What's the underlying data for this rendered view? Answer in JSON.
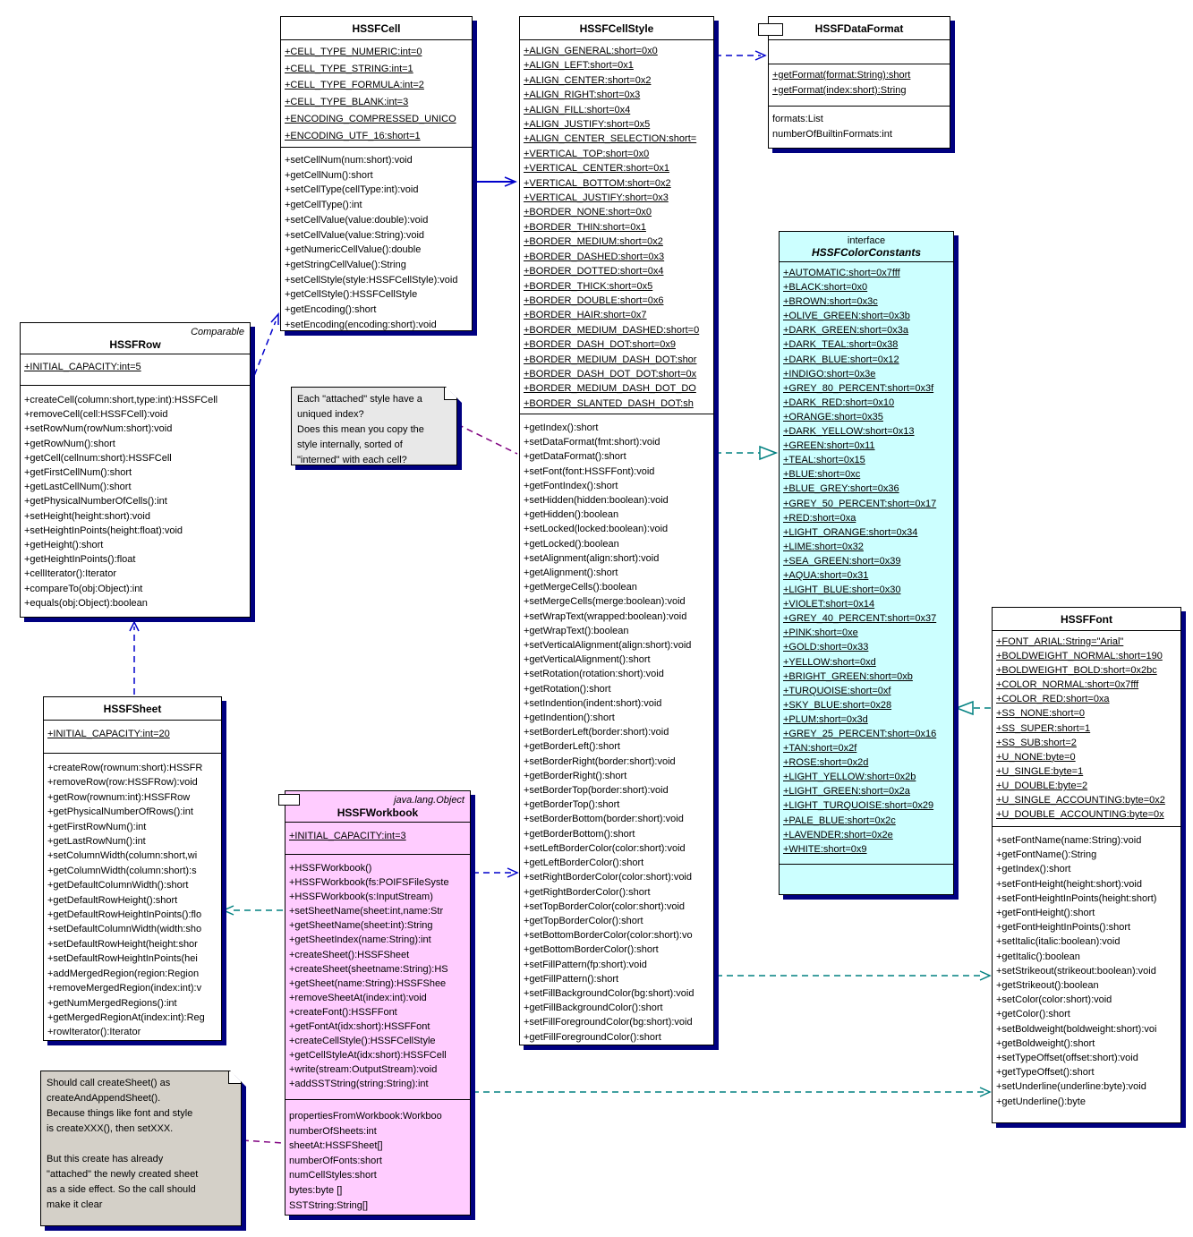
{
  "colors": {
    "line_blue": "#0000cc",
    "line_teal": "#008080",
    "line_purple": "#800080",
    "shadow": "#000080",
    "class_fill": "#ffffff",
    "interface_fill": "#ccffff",
    "workbook_fill": "#ffccff",
    "note_style_fill": "#e8e8e8",
    "note_sheet_fill": "#d4d0c8"
  },
  "classes": {
    "hssfcell": {
      "title": "HSSFCell",
      "attributes": [
        "+CELL_TYPE_NUMERIC:int=0",
        "+CELL_TYPE_STRING:int=1",
        "+CELL_TYPE_FORMULA:int=2",
        "+CELL_TYPE_BLANK:int=3",
        "+ENCODING_COMPRESSED_UNICO",
        "+ENCODING_UTF_16:short=1"
      ],
      "methods": [
        "+setCellNum(num:short):void",
        "+getCellNum():short",
        "+setCellType(cellType:int):void",
        "+getCellType():int",
        "+setCellValue(value:double):void",
        "+setCellValue(value:String):void",
        "+getNumericCellValue():double",
        "+getStringCellValue():String",
        "+setCellStyle(style:HSSFCellStyle):void",
        "+getCellStyle():HSSFCellStyle",
        "+getEncoding():short",
        "+setEncoding(encoding:short):void"
      ]
    },
    "hssfcellstyle": {
      "title": "HSSFCellStyle",
      "attributes": [
        "+ALIGN_GENERAL:short=0x0",
        "+ALIGN_LEFT:short=0x1",
        "+ALIGN_CENTER:short=0x2",
        "+ALIGN_RIGHT:short=0x3",
        "+ALIGN_FILL:short=0x4",
        "+ALIGN_JUSTIFY:short=0x5",
        "+ALIGN_CENTER_SELECTION:short=",
        "+VERTICAL_TOP:short=0x0",
        "+VERTICAL_CENTER:short=0x1",
        "+VERTICAL_BOTTOM:short=0x2",
        "+VERTICAL_JUSTIFY:short=0x3",
        "+BORDER_NONE:short=0x0",
        "+BORDER_THIN:short=0x1",
        "+BORDER_MEDIUM:short=0x2",
        "+BORDER_DASHED:short=0x3",
        "+BORDER_DOTTED:short=0x4",
        "+BORDER_THICK:short=0x5",
        "+BORDER_DOUBLE:short=0x6",
        "+BORDER_HAIR:short=0x7",
        "+BORDER_MEDIUM_DASHED:short=0",
        "+BORDER_DASH_DOT:short=0x9",
        "+BORDER_MEDIUM_DASH_DOT:shor",
        "+BORDER_DASH_DOT_DOT:short=0x",
        "+BORDER_MEDIUM_DASH_DOT_DO",
        "+BORDER_SLANTED_DASH_DOT:sh"
      ],
      "methods": [
        "+getIndex():short",
        "+setDataFormat(fmt:short):void",
        "+getDataFormat():short",
        "+setFont(font:HSSFFont):void",
        "+getFontIndex():short",
        "+setHidden(hidden:boolean):void",
        "+getHidden():boolean",
        "+setLocked(locked:boolean):void",
        "+getLocked():boolean",
        "+setAlignment(align:short):void",
        "+getAlignment():short",
        "+getMergeCells():boolean",
        "+setMergeCells(merge:boolean):void",
        "+setWrapText(wrapped:boolean):void",
        "+getWrapText():boolean",
        "+setVerticalAlignment(align:short):void",
        "+getVerticalAlignment():short",
        "+setRotation(rotation:short):void",
        "+getRotation():short",
        "+setIndention(indent:short):void",
        "+getIndention():short",
        "+setBorderLeft(border:short):void",
        "+getBorderLeft():short",
        "+setBorderRight(border:short):void",
        "+getBorderRight():short",
        "+setBorderTop(border:short):void",
        "+getBorderTop():short",
        "+setBorderBottom(border:short):void",
        "+getBorderBottom():short",
        "+setLeftBorderColor(color:short):void",
        "+getLeftBorderColor():short",
        "+setRightBorderColor(color:short):void",
        "+getRightBorderColor():short",
        "+setTopBorderColor(color:short):void",
        "+getTopBorderColor():short",
        "+setBottomBorderColor(color:short):vo",
        "+getBottomBorderColor():short",
        "+setFillPattern(fp:short):void",
        "+getFillPattern():short",
        "+setFillBackgroundColor(bg:short):void",
        "+getFillBackgroundColor():short",
        "+setFillForegroundColor(bg:short):void",
        "+getFillForegroundColor():short"
      ]
    },
    "hssfdataformat": {
      "title": "HSSFDataFormat",
      "static_methods": [
        "+getFormat(format:String):short",
        "+getFormat(index:short):String"
      ],
      "properties": [
        "formats:List",
        "numberOfBuiltinFormats:int"
      ]
    },
    "hssfcolorconstants": {
      "kind": "interface",
      "title": "HSSFColorConstants",
      "attributes": [
        "+AUTOMATIC:short=0x7fff",
        "+BLACK:short=0x0",
        "+BROWN:short=0x3c",
        "+OLIVE_GREEN:short=0x3b",
        "+DARK_GREEN:short=0x3a",
        "+DARK_TEAL:short=0x38",
        "+DARK_BLUE:short=0x12",
        "+INDIGO:short=0x3e",
        "+GREY_80_PERCENT:short=0x3f",
        "+DARK_RED:short=0x10",
        "+ORANGE:short=0x35",
        "+DARK_YELLOW:short=0x13",
        "+GREEN:short=0x11",
        "+TEAL:short=0x15",
        "+BLUE:short=0xc",
        "+BLUE_GREY:short=0x36",
        "+GREY_50_PERCENT:short=0x17",
        "+RED:short=0xa",
        "+LIGHT_ORANGE:short=0x34",
        "+LIME:short=0x32",
        "+SEA_GREEN:short=0x39",
        "+AQUA:short=0x31",
        "+LIGHT_BLUE:short=0x30",
        "+VIOLET:short=0x14",
        "+GREY_40_PERCENT:short=0x37",
        "+PINK:short=0xe",
        "+GOLD:short=0x33",
        "+YELLOW:short=0xd",
        "+BRIGHT_GREEN:short=0xb",
        "+TURQUOISE:short=0xf",
        "+SKY_BLUE:short=0x28",
        "+PLUM:short=0x3d",
        "+GREY_25_PERCENT:short=0x16",
        "+TAN:short=0x2f",
        "+ROSE:short=0x2d",
        "+LIGHT_YELLOW:short=0x2b",
        "+LIGHT_GREEN:short=0x2a",
        "+LIGHT_TURQUOISE:short=0x29",
        "+PALE_BLUE:short=0x2c",
        "+LAVENDER:short=0x2e",
        "+WHITE:short=0x9"
      ]
    },
    "hssfrow": {
      "annotation": "Comparable",
      "title": "HSSFRow",
      "attributes": [
        "+INITIAL_CAPACITY:int=5"
      ],
      "methods": [
        "+createCell(column:short,type:int):HSSFCell",
        "+removeCell(cell:HSSFCell):void",
        "+setRowNum(rowNum:short):void",
        "+getRowNum():short",
        "+getCell(cellnum:short):HSSFCell",
        "+getFirstCellNum():short",
        "+getLastCellNum():short",
        "+getPhysicalNumberOfCells():int",
        "+setHeight(height:short):void",
        "+setHeightInPoints(height:float):void",
        "+getHeight():short",
        "+getHeightInPoints():float",
        "+cellIterator():Iterator",
        "+compareTo(obj:Object):int",
        "+equals(obj:Object):boolean"
      ]
    },
    "hssfsheet": {
      "title": "HSSFSheet",
      "attributes": [
        "+INITIAL_CAPACITY:int=20"
      ],
      "methods": [
        "+createRow(rownum:short):HSSFR",
        "+removeRow(row:HSSFRow):void",
        "+getRow(rownum:int):HSSFRow",
        "+getPhysicalNumberOfRows():int",
        "+getFirstRowNum():int",
        "+getLastRowNum():int",
        "+setColumnWidth(column:short,wi",
        "+getColumnWidth(column:short):s",
        "+getDefaultColumnWidth():short",
        "+getDefaultRowHeight():short",
        "+getDefaultRowHeightInPoints():flo",
        "+setDefaultColumnWidth(width:sho",
        "+setDefaultRowHeight(height:shor",
        "+setDefaultRowHeightInPoints(hei",
        "+addMergedRegion(region:Region",
        "+removeMergedRegion(index:int):v",
        "+getNumMergedRegions():int",
        "+getMergedRegionAt(index:int):Reg",
        "+rowIterator():Iterator"
      ]
    },
    "hssfworkbook": {
      "annotation": "java.lang.Object",
      "title": "HSSFWorkbook",
      "attributes": [
        "+INITIAL_CAPACITY:int=3"
      ],
      "methods": [
        "+HSSFWorkbook()",
        "+HSSFWorkbook(fs:POIFSFileSyste",
        "+HSSFWorkbook(s:InputStream)",
        "+setSheetName(sheet:int,name:Str",
        "+getSheetName(sheet:int):String",
        "+getSheetIndex(name:String):int",
        "+createSheet():HSSFSheet",
        "+createSheet(sheetname:String):HS",
        "+getSheet(name:String):HSSFShee",
        "+removeSheetAt(index:int):void",
        "+createFont():HSSFFont",
        "+getFontAt(idx:short):HSSFFont",
        "+createCellStyle():HSSFCellStyle",
        "+getCellStyleAt(idx:short):HSSFCell",
        "+write(stream:OutputStream):void",
        "+addSSTString(string:String):int"
      ],
      "properties": [
        "propertiesFromWorkbook:Workboo",
        "numberOfSheets:int",
        "sheetAt:HSSFSheet[]",
        "numberOfFonts:short",
        "numCellStyles:short",
        "bytes:byte []",
        "SSTString:String[]"
      ]
    },
    "hssffont": {
      "title": "HSSFFont",
      "attributes": [
        "+FONT_ARIAL:String=\"Arial\"",
        "+BOLDWEIGHT_NORMAL:short=190",
        "+BOLDWEIGHT_BOLD:short=0x2bc",
        "+COLOR_NORMAL:short=0x7fff",
        "+COLOR_RED:short=0xa",
        "+SS_NONE:short=0",
        "+SS_SUPER:short=1",
        "+SS_SUB:short=2",
        "+U_NONE:byte=0",
        "+U_SINGLE:byte=1",
        "+U_DOUBLE:byte=2",
        "+U_SINGLE_ACCOUNTING:byte=0x2",
        "+U_DOUBLE_ACCOUNTING:byte=0x"
      ],
      "methods": [
        "+setFontName(name:String):void",
        "+getFontName():String",
        "+getIndex():short",
        "+setFontHeight(height:short):void",
        "+setFontHeightInPoints(height:short)",
        "+getFontHeight():short",
        "+getFontHeightInPoints():short",
        "+setItalic(italic:boolean):void",
        "+getItalic():boolean",
        "+setStrikeout(strikeout:boolean):void",
        "+getStrikeout():boolean",
        "+setColor(color:short):void",
        "+getColor():short",
        "+setBoldweight(boldweight:short):voi",
        "+getBoldweight():short",
        "+setTypeOffset(offset:short):void",
        "+getTypeOffset():short",
        "+setUnderline(underline:byte):void",
        "+getUnderline():byte"
      ]
    }
  },
  "notes": {
    "style_note": {
      "lines": [
        "Each \"attached\" style have a",
        "uniqued index?",
        "Does this mean you copy the",
        "style internally, sorted of",
        "\"interned\" with each cell?"
      ]
    },
    "createsheet_note": {
      "lines": [
        "Should call createSheet() as",
        "createAndAppendSheet().",
        "Because things like font and style",
        "is createXXX(), then setXXX.",
        "",
        "But this create has already",
        "\"attached\" the newly created sheet",
        "as a side effect.  So the call should",
        "make it clear"
      ]
    }
  }
}
